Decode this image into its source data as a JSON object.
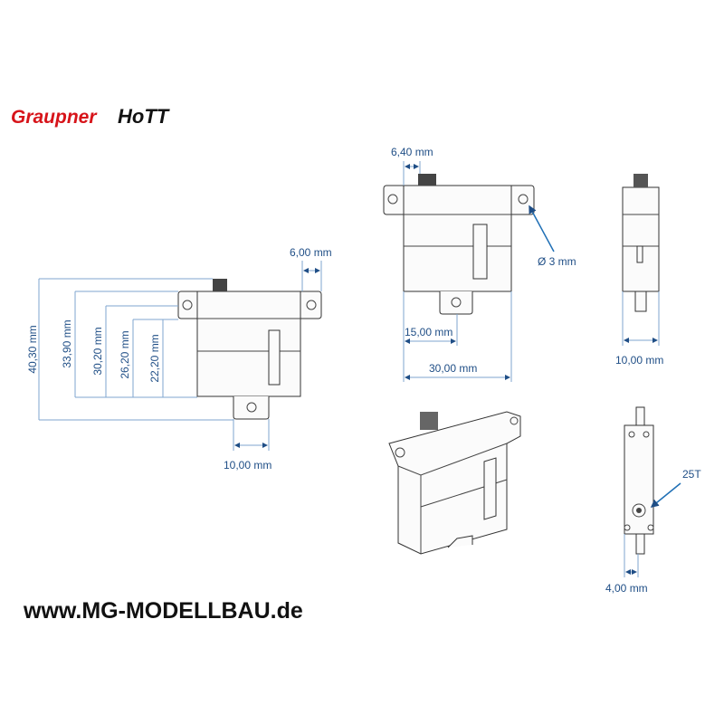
{
  "logo": {
    "brand": "Graupner",
    "product": "HoTT"
  },
  "website": "www.MG-MODELLBAU.de",
  "dimensions": {
    "flange_width": "6,00 mm",
    "total_height": "40,30 mm",
    "height_to_gear": "33,90 mm",
    "height_to_flange_top": "30,20 mm",
    "height_to_flange_mid": "26,20 mm",
    "height_to_flange_bottom": "22,20 mm",
    "tab_width": "10,00 mm",
    "gear_offset": "6,40 mm",
    "hole_diameter": "Ø 3 mm",
    "shaft_offset": "15,00 mm",
    "body_width": "30,00 mm",
    "thickness": "10,00 mm",
    "spline": "25T",
    "shaft_width": "4,00 mm"
  },
  "colors": {
    "dimension": "#1f4e86",
    "leader": "#1f6fb5",
    "brand_red": "#d7141a"
  }
}
